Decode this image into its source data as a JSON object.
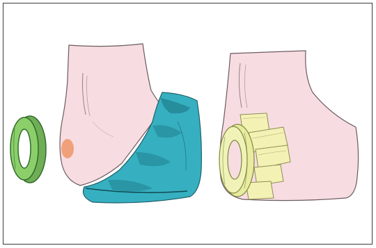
{
  "figure": {
    "panels": [
      {
        "name": "left-panel",
        "parts": [
          "foam-ring-pad",
          "heel",
          "blister-spot",
          "sock"
        ]
      },
      {
        "name": "right-panel",
        "parts": [
          "heel",
          "foam-ring-pad",
          "tape-strips"
        ]
      }
    ],
    "colors": {
      "skin": "#f7dde2",
      "skin_outline": "#6b5a5e",
      "sock": "#36b0c0",
      "sock_dark": "#1f7f8e",
      "ring": "#8ccf6a",
      "ring_dark": "#2f6b2c",
      "blister": "#ee9a6f",
      "tape": "#f3f1b4",
      "tape_outline": "#8e8c54",
      "border": "#3a3a3a"
    }
  }
}
